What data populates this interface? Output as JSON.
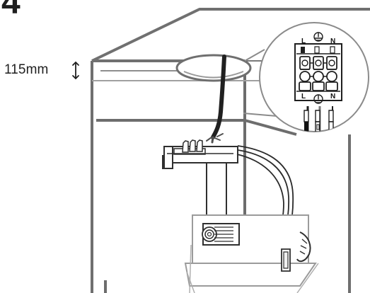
{
  "step": {
    "number": "4"
  },
  "measurement": {
    "label": "115mm"
  },
  "terminal_block": {
    "top_labels": [
      "L",
      "N"
    ],
    "bottom_labels": [
      "L",
      "N"
    ],
    "earth_icon": "ground-icon"
  },
  "colors": {
    "line": "#6f6f6f",
    "dark_line": "#2f2f2f",
    "fill": "#ffffff",
    "light_fill": "#f4f4f4"
  }
}
